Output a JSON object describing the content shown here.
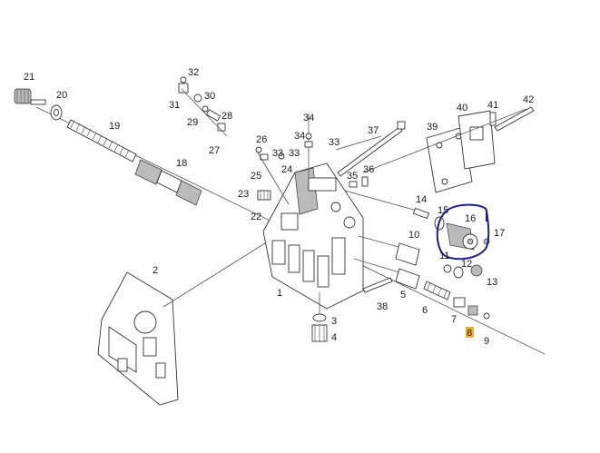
{
  "parts": [
    {
      "id": "p1",
      "label": "1"
    },
    {
      "id": "p2",
      "label": "2"
    },
    {
      "id": "p3",
      "label": "3"
    },
    {
      "id": "p4",
      "label": "4"
    },
    {
      "id": "p5",
      "label": "5"
    },
    {
      "id": "p6",
      "label": "6"
    },
    {
      "id": "p7",
      "label": "7"
    },
    {
      "id": "p8",
      "label": "8"
    },
    {
      "id": "p9",
      "label": "9"
    },
    {
      "id": "p10",
      "label": "10"
    },
    {
      "id": "p11",
      "label": "11"
    },
    {
      "id": "p12",
      "label": "12"
    },
    {
      "id": "p13",
      "label": "13"
    },
    {
      "id": "p14",
      "label": "14"
    },
    {
      "id": "p15",
      "label": "15"
    },
    {
      "id": "p16",
      "label": "16"
    },
    {
      "id": "p17",
      "label": "17"
    },
    {
      "id": "p18",
      "label": "18"
    },
    {
      "id": "p19",
      "label": "19"
    },
    {
      "id": "p20",
      "label": "20"
    },
    {
      "id": "p21",
      "label": "21"
    },
    {
      "id": "p22",
      "label": "22"
    },
    {
      "id": "p23",
      "label": "23"
    },
    {
      "id": "p24",
      "label": "24"
    },
    {
      "id": "p25",
      "label": "25"
    },
    {
      "id": "p26",
      "label": "26"
    },
    {
      "id": "p27",
      "label": "27"
    },
    {
      "id": "p28",
      "label": "28"
    },
    {
      "id": "p29",
      "label": "29"
    },
    {
      "id": "p30",
      "label": "30"
    },
    {
      "id": "p31",
      "label": "31"
    },
    {
      "id": "p32",
      "label": "32"
    },
    {
      "id": "p33a",
      "label": "33"
    },
    {
      "id": "p33b",
      "label": "33"
    },
    {
      "id": "p34a",
      "label": "34"
    },
    {
      "id": "p34b",
      "label": "34"
    },
    {
      "id": "p35",
      "label": "35"
    },
    {
      "id": "p36",
      "label": "36"
    },
    {
      "id": "p37",
      "label": "37"
    },
    {
      "id": "p38",
      "label": "38"
    },
    {
      "id": "p39",
      "label": "39"
    },
    {
      "id": "p40",
      "label": "40"
    },
    {
      "id": "p41",
      "label": "41"
    },
    {
      "id": "p42",
      "label": "42"
    }
  ],
  "colors": {
    "highlight_circle": "#1a1f8a",
    "highlight_label_bg": "#f2b23a",
    "line": "#555555",
    "background": "#ffffff"
  }
}
